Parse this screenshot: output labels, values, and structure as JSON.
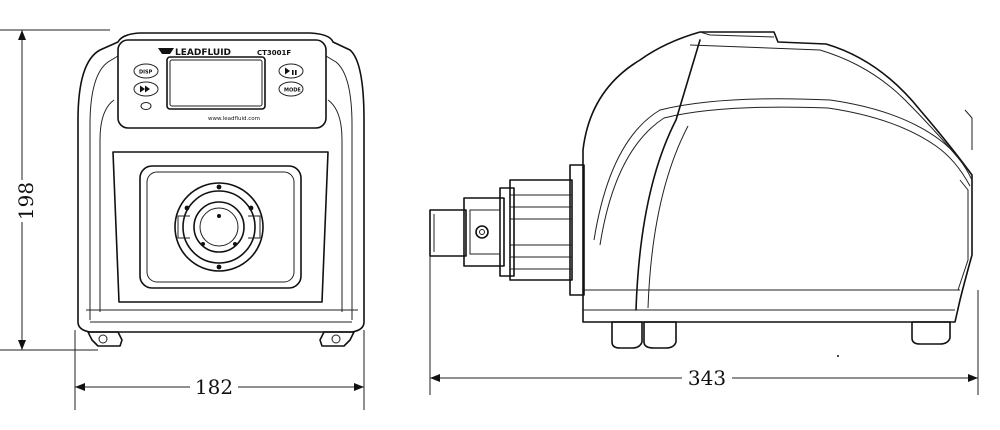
{
  "dimensions": {
    "height": "198",
    "width": "182",
    "length": "343"
  },
  "panel": {
    "brand": "LEADFLUID",
    "model": "CT3001F",
    "website": "www.leadfluid.com",
    "buttons": {
      "disp": "DISP",
      "mode": "MODE",
      "run_icon": "play-pause-icon",
      "prime_icon": "fast-forward-icon"
    }
  }
}
